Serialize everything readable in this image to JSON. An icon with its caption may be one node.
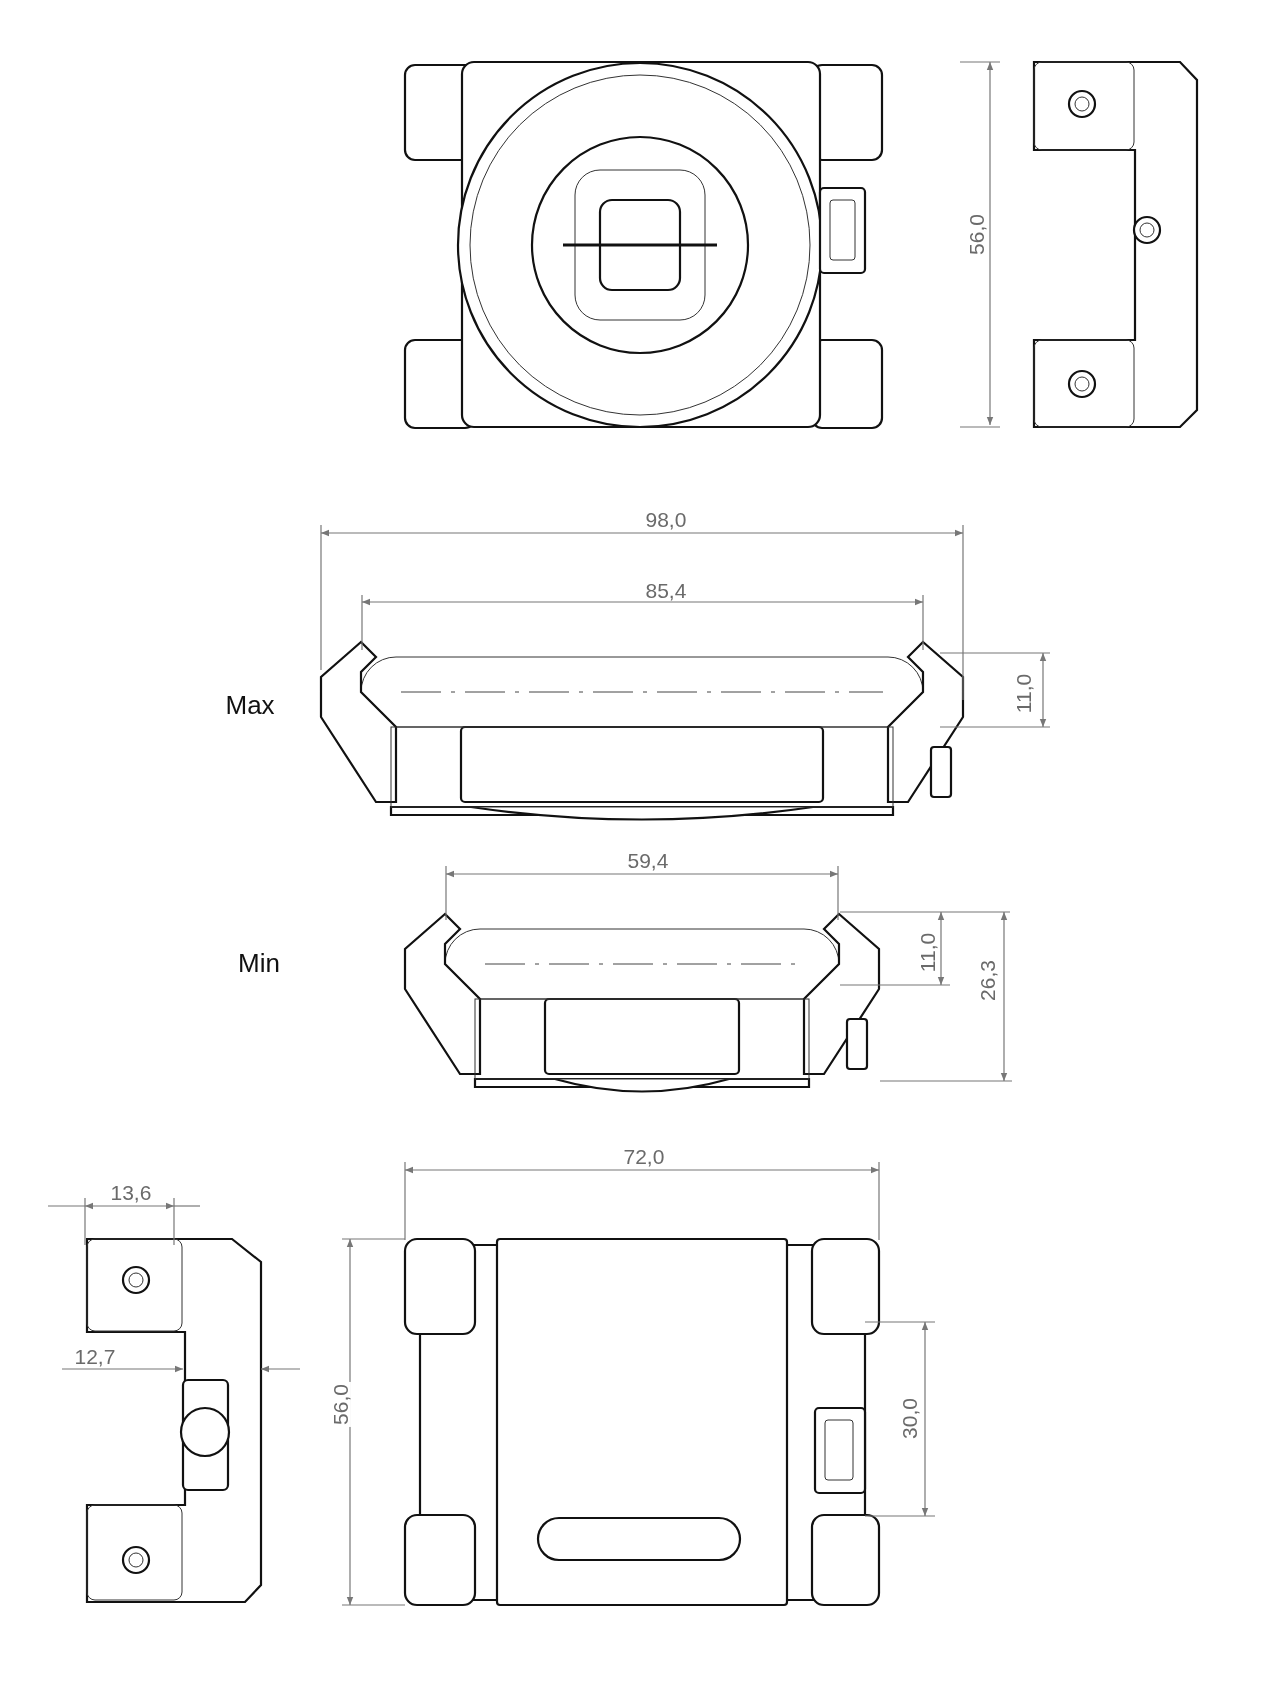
{
  "diagram": {
    "labels": [
      "56,0",
      "98,0",
      "85,4",
      "Max",
      "11,0",
      "59,4",
      "Min",
      "11,0",
      "26,3",
      "13,6",
      "72,0",
      "12,7",
      "56,0",
      "30,0"
    ]
  }
}
